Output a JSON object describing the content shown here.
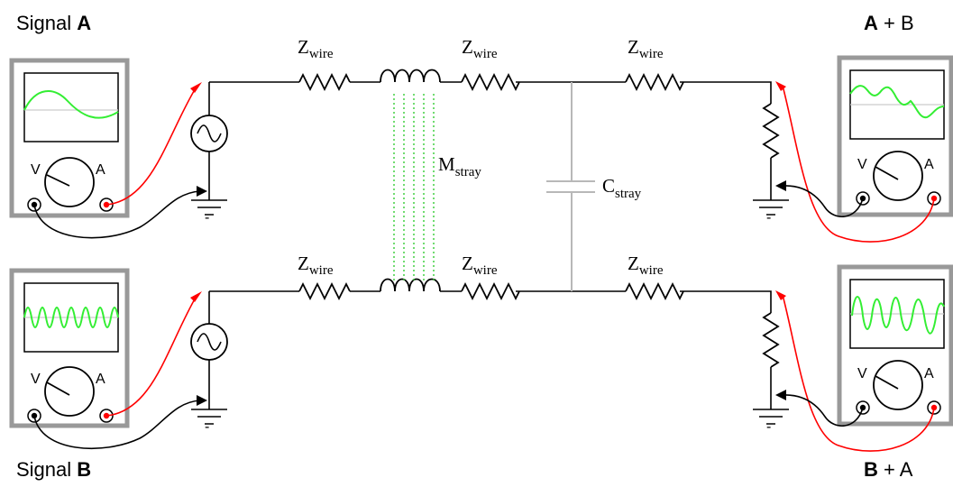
{
  "labels": {
    "signal_a_prefix": "Signal ",
    "signal_a_letter": "A",
    "signal_b_prefix": "Signal ",
    "signal_b_letter": "B",
    "out_top_letter": "A",
    "out_top_rest": " + B",
    "out_bottom_letter": "B",
    "out_bottom_rest": " + A",
    "z_main": "Z",
    "z_sub": "wire",
    "m_main": "M",
    "m_sub": "stray",
    "c_main": "C",
    "c_sub": "stray",
    "meter_v": "V",
    "meter_a": "A",
    "ground_minus": "-"
  },
  "colors": {
    "trace": "#33ee33",
    "red_lead": "#ff0000",
    "black_lead": "#000000",
    "scope_frame": "#999999",
    "stray_field": "#33cc33"
  },
  "icons": {
    "source": "ac-source-icon",
    "ground": "ground-icon",
    "resistor": "resistor-icon",
    "inductor": "inductor-icon",
    "capacitor": "capacitor-icon",
    "meter": "oscilloscope-icon"
  }
}
